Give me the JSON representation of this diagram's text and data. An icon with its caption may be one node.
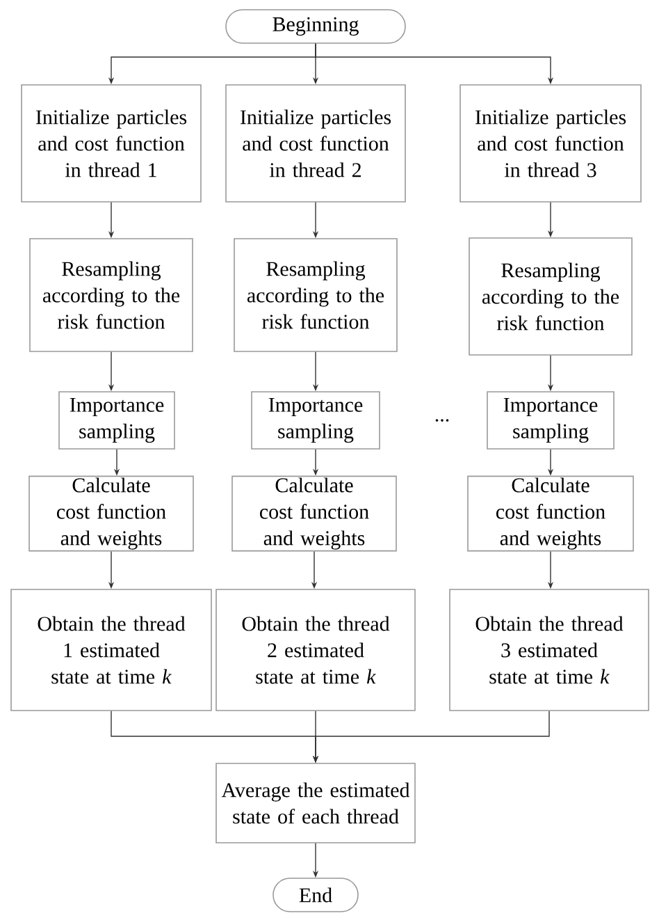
{
  "diagram": {
    "nodes": [
      {
        "text": [
          "Beginning"
        ]
      },
      {
        "text": [
          "Initialize particles and cost function in thread 1"
        ]
      },
      {
        "text": [
          "Initialize particles and cost function in thread 2"
        ]
      },
      {
        "text": [
          "Initialize particles and cost function in thread 3"
        ]
      },
      {
        "text": [
          "Resampling according to the risk function"
        ]
      },
      {
        "text": [
          "Resampling according to the risk function"
        ]
      },
      {
        "text": [
          "Resampling according to the risk function"
        ]
      },
      {
        "text": [
          "Importance sampling"
        ]
      },
      {
        "text": [
          "Importance sampling"
        ]
      },
      {
        "text": [
          "Importance sampling"
        ]
      },
      {
        "text": [
          "Calculate cost function and weights"
        ]
      },
      {
        "text": [
          "Calculate cost function and weights"
        ]
      },
      {
        "text": [
          "Calculate cost function and weights"
        ]
      },
      {
        "text": [
          "Obtain the thread 1 estimated state at time *k*"
        ]
      },
      {
        "text": [
          "Obtain the thread 2 estimated state at time *k*"
        ]
      },
      {
        "text": [
          "Obtain the thread 3 estimated state at time *k*"
        ]
      },
      {
        "text": [
          "Average the estimated state of each thread"
        ]
      },
      {
        "text": [
          "End"
        ]
      }
    ],
    "edges": [
      {
        "from": 0,
        "to": 1,
        "arrow": "to"
      },
      {
        "from": 0,
        "to": 2,
        "arrow": "to"
      },
      {
        "from": 0,
        "to": 3,
        "arrow": "to"
      },
      {
        "from": 1,
        "to": 4,
        "arrow": "to"
      },
      {
        "from": 2,
        "to": 5,
        "arrow": "to"
      },
      {
        "from": 3,
        "to": 6,
        "arrow": "to"
      },
      {
        "from": 4,
        "to": 7,
        "arrow": "to"
      },
      {
        "from": 5,
        "to": 8,
        "arrow": "to"
      },
      {
        "from": 6,
        "to": 9,
        "arrow": "to"
      },
      {
        "from": 7,
        "to": 10,
        "arrow": "to"
      },
      {
        "from": 8,
        "to": 11,
        "arrow": "to"
      },
      {
        "from": 9,
        "to": 12,
        "arrow": "to"
      },
      {
        "from": 10,
        "to": 13,
        "arrow": "to"
      },
      {
        "from": 11,
        "to": 14,
        "arrow": "to"
      },
      {
        "from": 12,
        "to": 15,
        "arrow": "to"
      },
      {
        "from": 13,
        "to": 16,
        "arrow": "to"
      },
      {
        "from": 14,
        "to": 16,
        "arrow": "to"
      },
      {
        "from": 15,
        "to": 16,
        "arrow": "to"
      },
      {
        "from": 16,
        "to": 17,
        "arrow": "to"
      }
    ],
    "labels": [
      "..."
    ]
  }
}
